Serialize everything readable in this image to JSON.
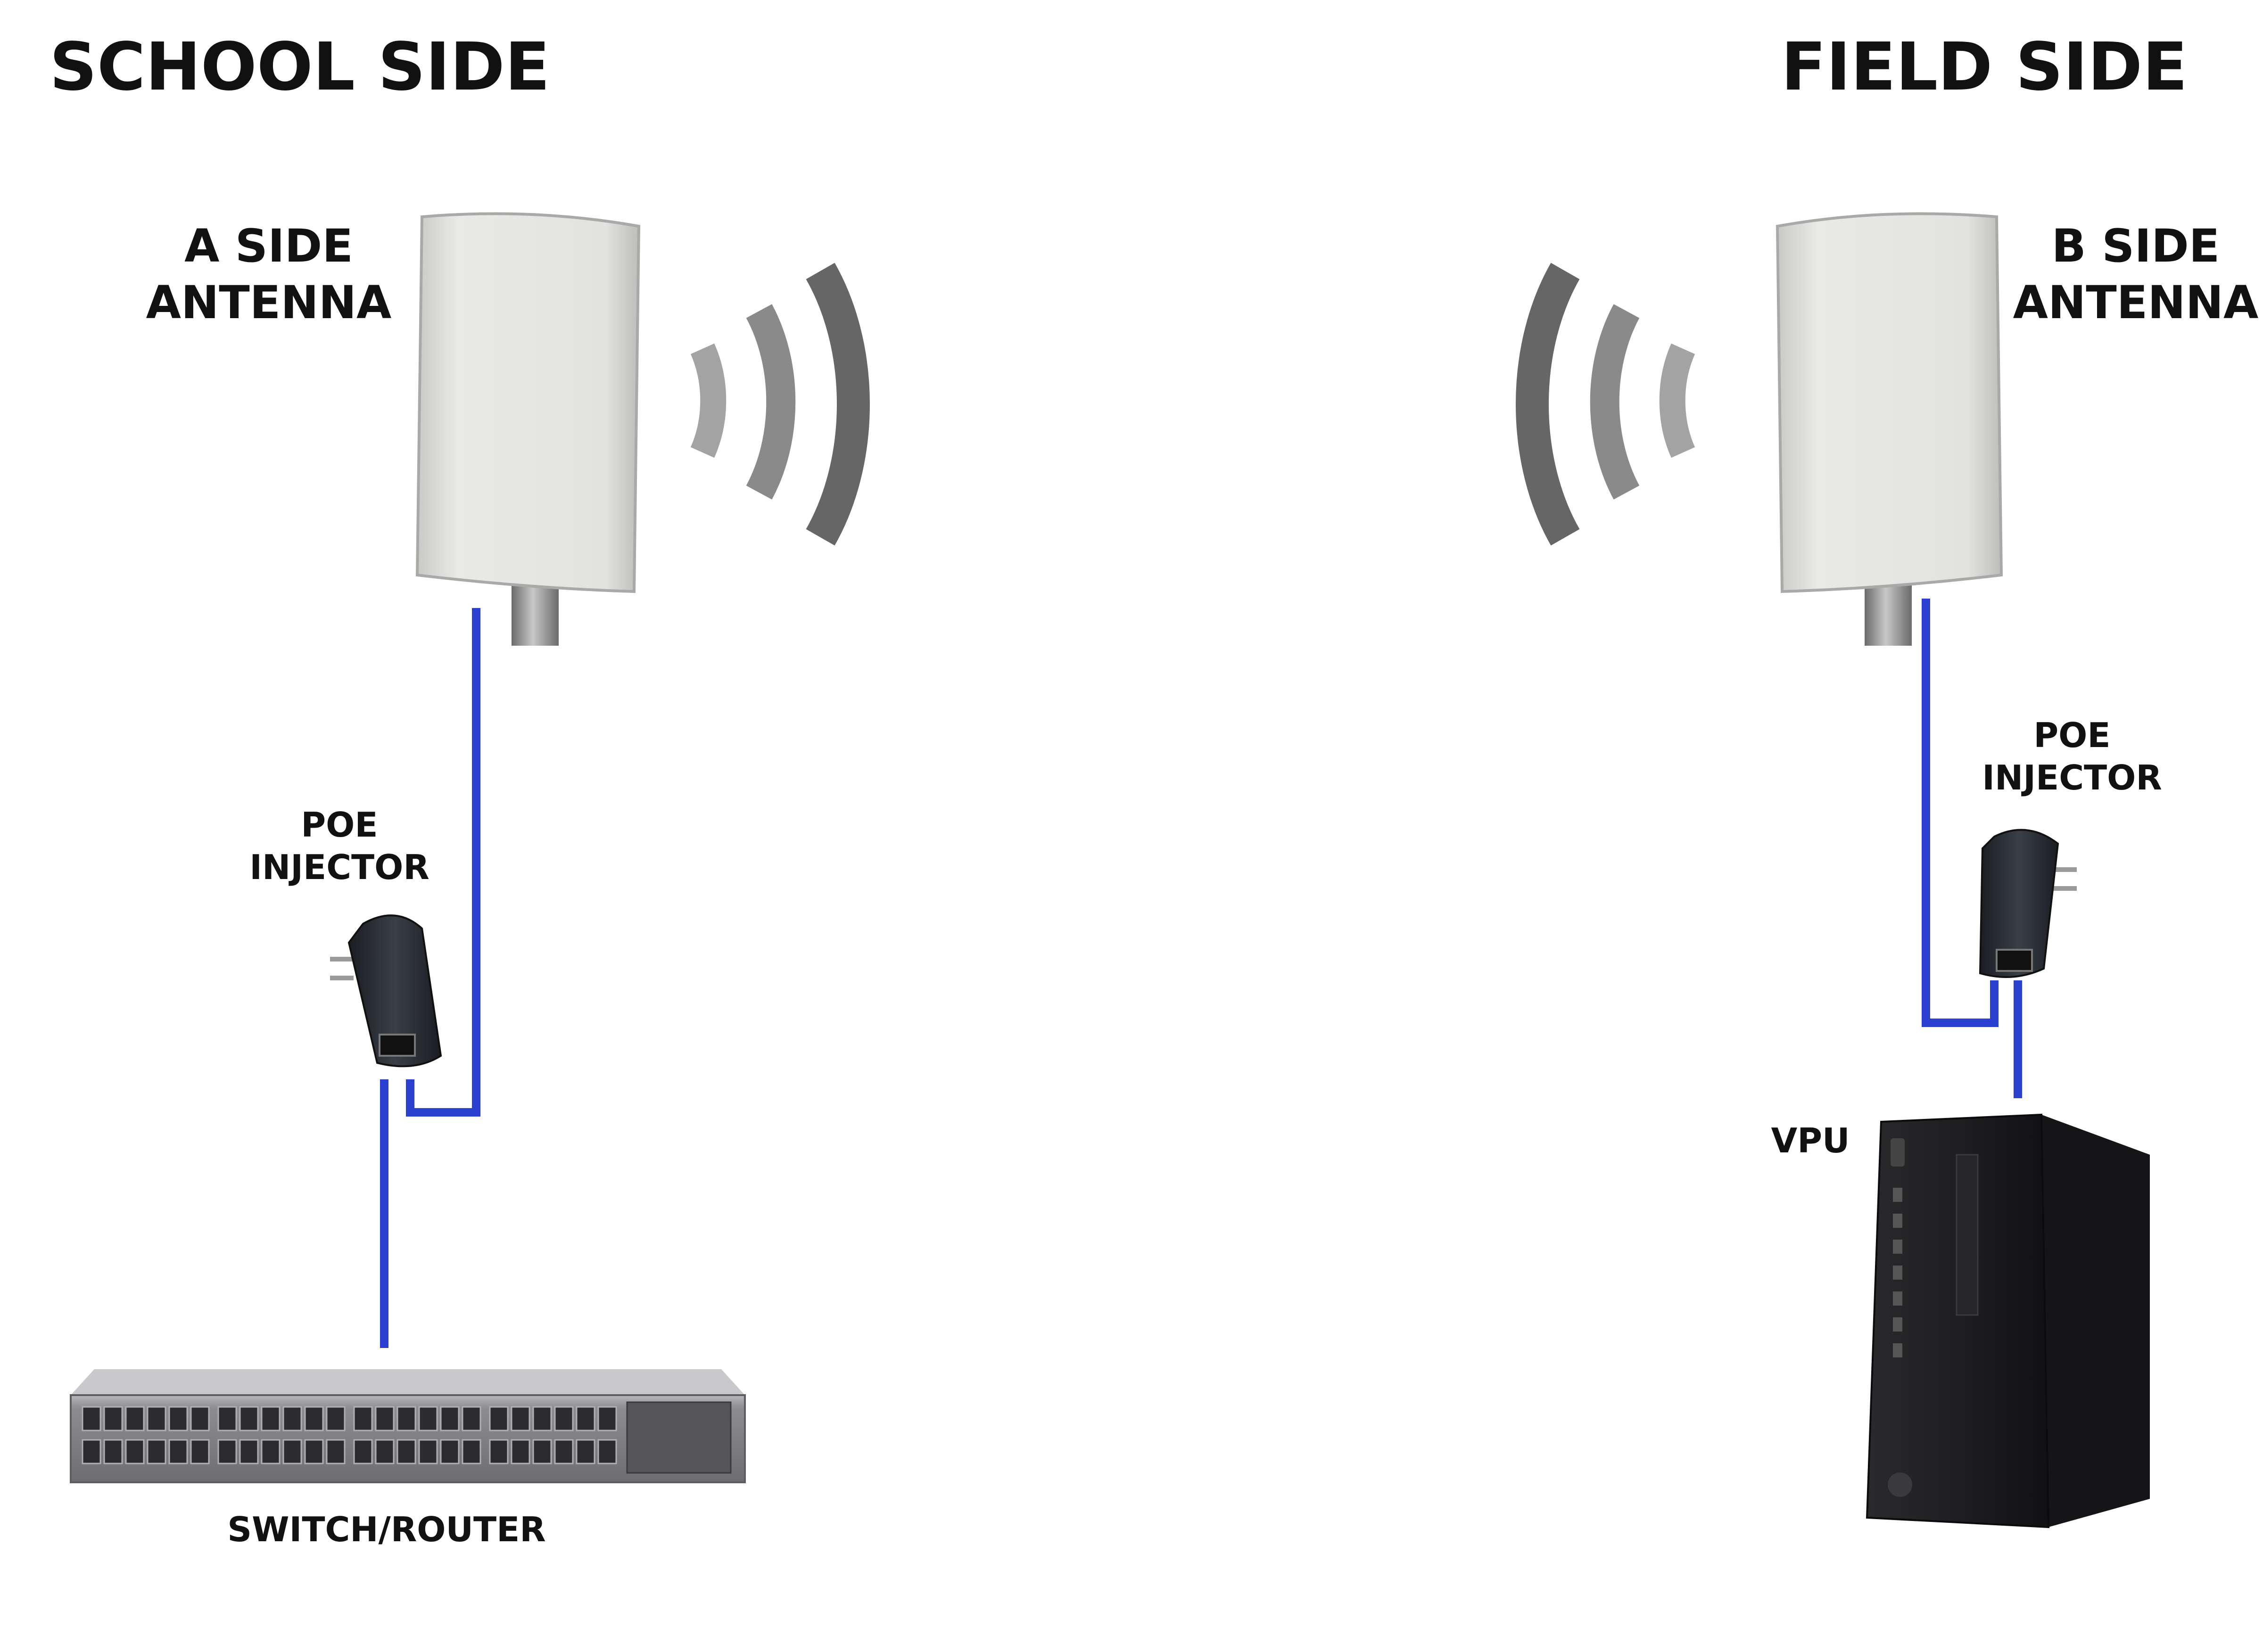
{
  "school_side": {
    "title": "SCHOOL SIDE",
    "antenna_label_line1": "A SIDE",
    "antenna_label_line2": "ANTENNA",
    "poe_label_line1": "POE",
    "poe_label_line2": "INJECTOR",
    "switch_label": "SWITCH/ROUTER"
  },
  "field_side": {
    "title": "FIELD SIDE",
    "antenna_label_line1": "B SIDE",
    "antenna_label_line2": "ANTENNA",
    "poe_label_line1": "POE",
    "poe_label_line2": "INJECTOR",
    "vpu_label": "VPU"
  },
  "colors": {
    "cable": "#2b3fd1",
    "signal_wave": "#6b6b6b",
    "antenna_body": "#e6e6e4",
    "switch_body": "#8a8a8c",
    "vpu_body": "#1e1e20"
  }
}
